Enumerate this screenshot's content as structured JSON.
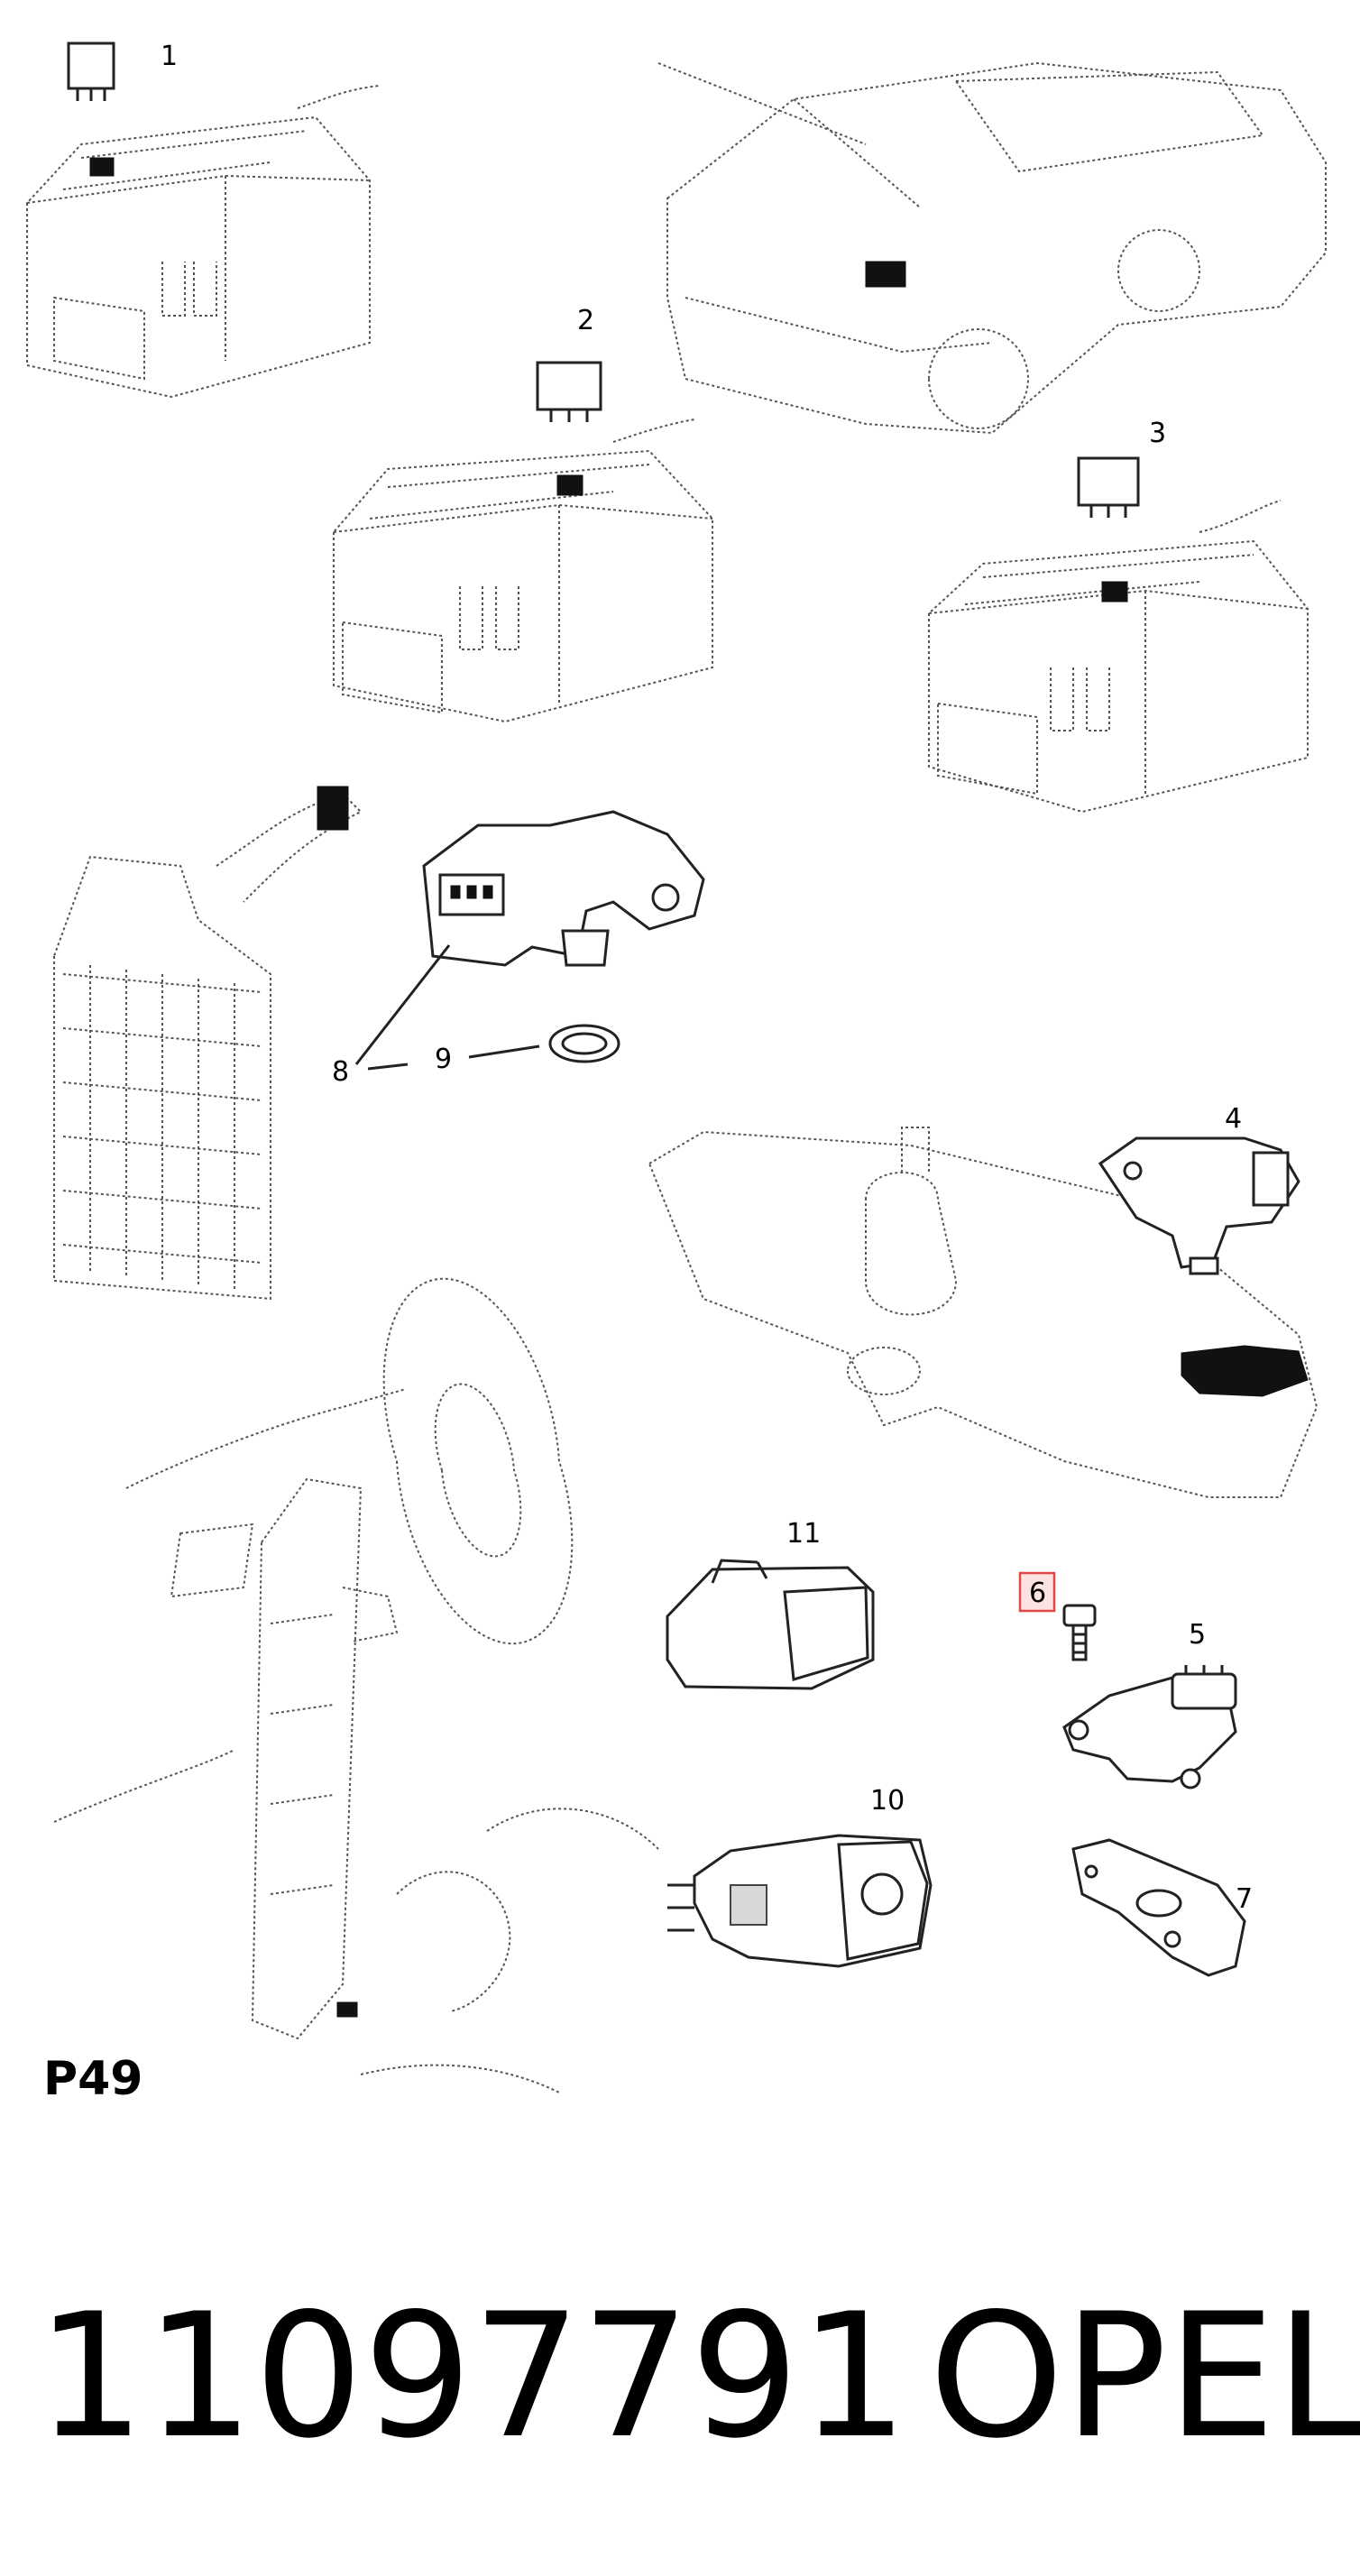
{
  "diagram": {
    "callouts": {
      "c1": "1",
      "c2": "2",
      "c3": "3",
      "c4": "4",
      "c5": "5",
      "c6": "6",
      "c7": "7",
      "c8": "8",
      "c9": "9",
      "c10": "10",
      "c11": "11"
    },
    "highlighted_callout": "6",
    "page_label": "P49"
  },
  "footer": {
    "part_number": "11097791",
    "brand": "OPEL"
  }
}
